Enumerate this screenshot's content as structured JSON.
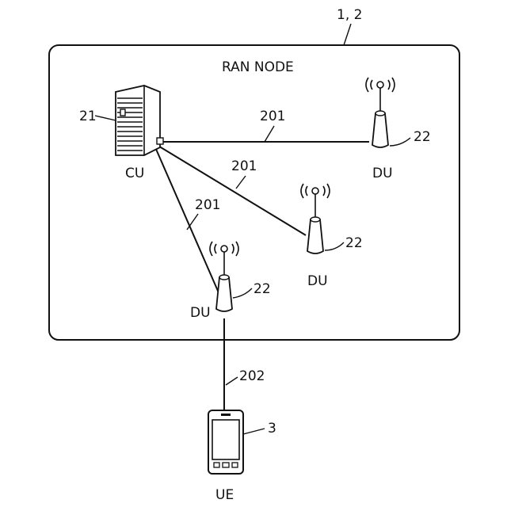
{
  "figure_ref": "1, 2",
  "ran_node": {
    "title": "RAN NODE"
  },
  "cu": {
    "label": "CU",
    "ref": "21"
  },
  "du_units": [
    {
      "label": "DU",
      "ref": "22"
    },
    {
      "label": "DU",
      "ref": "22"
    },
    {
      "label": "DU",
      "ref": "22"
    }
  ],
  "links": {
    "fronthaul_top": "201",
    "fronthaul_middle": "201",
    "fronthaul_lower": "201",
    "radio": "202"
  },
  "ue": {
    "label": "UE",
    "ref": "3"
  },
  "colors": {
    "line": "#111111",
    "background": "#ffffff"
  }
}
